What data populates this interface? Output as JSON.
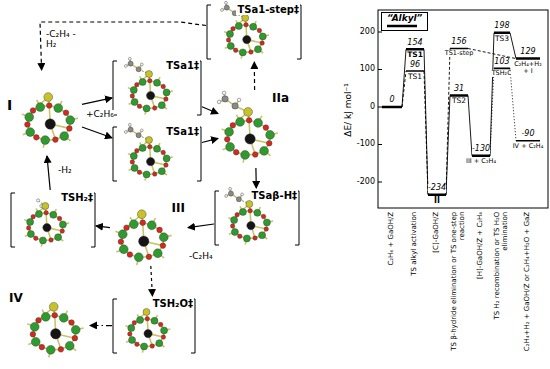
{
  "diagram": {
    "nodes": [
      {
        "text": [
          "I"
        ]
      },
      {
        "text": [
          "TSa1‡"
        ]
      },
      {
        "text": [
          "TSa1‡"
        ]
      },
      {
        "text": [
          "TSa1-step‡"
        ]
      },
      {
        "text": [
          "IIa"
        ]
      },
      {
        "text": [
          "TSaβ-H‡"
        ]
      },
      {
        "text": [
          "III"
        ]
      },
      {
        "text": [
          "TSH₂‡"
        ]
      },
      {
        "text": [
          "IV"
        ]
      },
      {
        "text": [
          "TSH₂O‡"
        ]
      }
    ],
    "edges": [
      {
        "from": 0,
        "to": 1,
        "arrow": "to"
      },
      {
        "from": 0,
        "to": 2,
        "arrow": "to"
      },
      {
        "from": 1,
        "to": 4,
        "arrow": "to"
      },
      {
        "from": 2,
        "to": 4,
        "arrow": "to"
      },
      {
        "from": 4,
        "to": 3,
        "arrow": "to"
      },
      {
        "from": 3,
        "to": 0,
        "arrow": "to",
        "label": "-C₂H₄ -H₂"
      },
      {
        "from": 4,
        "to": 5,
        "arrow": "to"
      },
      {
        "from": 5,
        "to": 6,
        "arrow": "to",
        "label": "-C₂H₄"
      },
      {
        "from": 6,
        "to": 7,
        "arrow": "to"
      },
      {
        "from": 7,
        "to": 0,
        "arrow": "to",
        "label": "-H₂"
      },
      {
        "from": 6,
        "to": 9,
        "arrow": "to"
      },
      {
        "from": 9,
        "to": 8,
        "arrow": "to"
      }
    ],
    "labels": [
      "+C₂H₆",
      "ΔE/ kJ mol⁻¹",
      "200",
      "100",
      "0",
      "-100",
      "-200",
      "0",
      "154",
      "TS1",
      "96",
      "TS1",
      "-234",
      "II",
      "156",
      "TS1-step",
      "31",
      "TS2",
      "-130",
      "III + C₂H₄",
      "198",
      "TS3",
      "103",
      "TSH₂O",
      "129",
      "C₂H₄+H₂ + I",
      "-90",
      "IV + C₂H₄",
      "C₂H₆ + GaOH/Z",
      "TS alkyl activation",
      "[C]-GaOH/Z",
      "TS β-hydride elimination or TS one-step reaction",
      "[H]-GaOH/Z + C₂H₄",
      "TS H₂ recombination or TS H₂O elimination",
      "C₂H₄+H₂ + GaOH/Z or C₂H₄+H₂O + GaZ"
    ],
    "legend": [
      {
        "text": "“Alkyl”"
      }
    ]
  }
}
